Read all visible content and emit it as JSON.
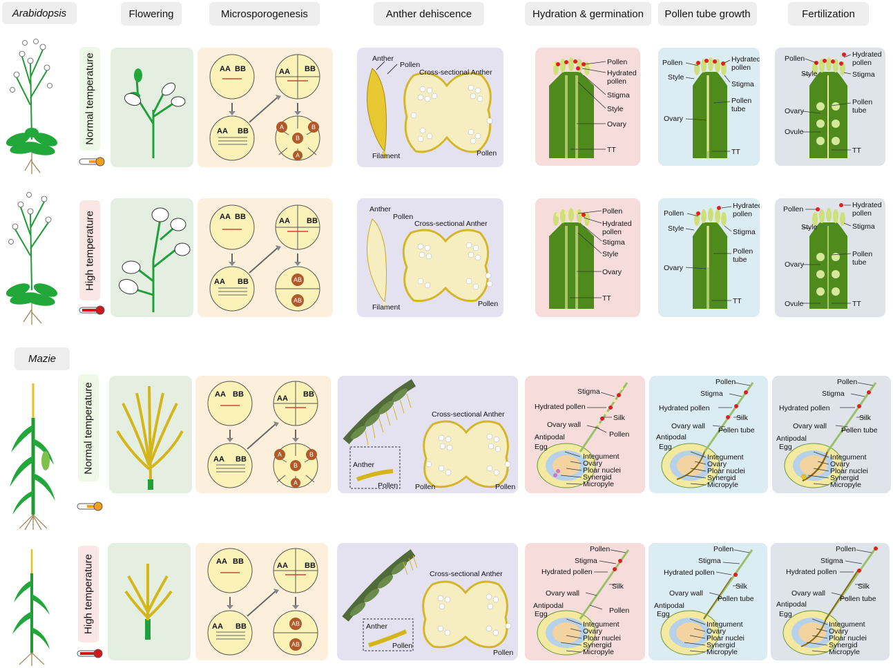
{
  "colors": {
    "flowering_bg": "#e4efe2",
    "micro_bg": "#fcefdc",
    "anther_bg": "#e4e2f1",
    "hydration_bg": "#f7dcdc",
    "tube_bg": "#dcecf3",
    "fert_bg": "#dfe3ea",
    "normal_label_bg": "#eef8e6",
    "high_label_bg": "#fbe6e6",
    "plant_green": "#22a83a",
    "pollen_yellow": "#f3e9a0",
    "pollen_red": "#e02020",
    "tissue_green": "#4f8a1c"
  },
  "headers": {
    "species1": "Arabidopsis",
    "species2": "Mazie",
    "flowering": "Flowering",
    "micro": "Microsporogenesis",
    "anther": "Anther dehiscence",
    "hydration": "Hydration & germination",
    "tube": "Pollen tube growth",
    "fert": "Fertilization"
  },
  "rows": {
    "normal": "Normal temperature",
    "high": "High temperature"
  },
  "icons": {
    "cold": "thermometer-normal-icon",
    "hot": "thermometer-high-icon"
  },
  "micro": {
    "AA": "AA",
    "BB": "BB",
    "A": "A",
    "B": "B",
    "AB": "AB"
  },
  "labels": {
    "anther": "Anther",
    "pollen": "Pollen",
    "cross": "Cross-sectional Anther",
    "filament": "Filament",
    "hydrated1": "Hydrated",
    "hydrated2": "pollen",
    "stigma": "Stigma",
    "style": "Style",
    "ovary": "Ovary",
    "tt": "TT",
    "pollen_tube1": "Pollen",
    "pollen_tube2": "tube",
    "ovule": "Ovule",
    "hydrated_pollen": "Hydrated pollen",
    "silk": "Silk",
    "ovary_wall": "Ovary wall",
    "pollen_tube": "Pollen tube",
    "antipodal": "Antipodal",
    "egg": "Egg",
    "integument": "Integument",
    "polar": "Ploar nuclei",
    "synergid": "Synergid",
    "micropyle": "Micropyle"
  }
}
